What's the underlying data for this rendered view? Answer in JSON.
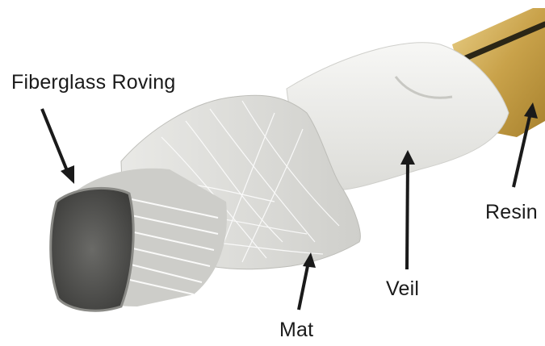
{
  "diagram": {
    "labels": {
      "fiberglass_roving": "Fiberglass Roving",
      "mat": "Mat",
      "veil": "Veil",
      "resin": "Resin"
    },
    "colors": {
      "roving_core": "#5a5a58",
      "fiber_white": "#f4f4f2",
      "mat_grey": "#d8d8d4",
      "resin_gold": "#c9a24a",
      "arrow": "#1a1a1a"
    }
  }
}
